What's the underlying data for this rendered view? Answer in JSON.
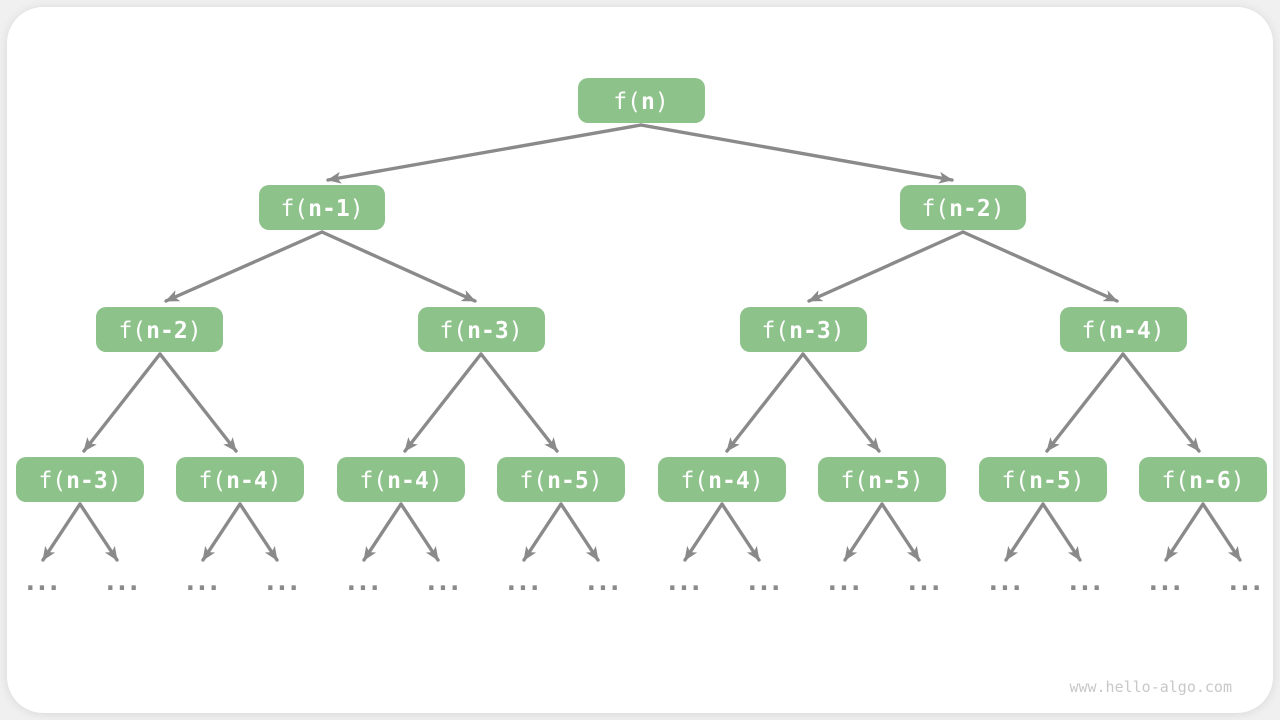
{
  "colors": {
    "page_bg": "#F0F0F0",
    "card_bg": "#FFFFFF",
    "node_fill": "#8EC28B",
    "node_text": "#FFFFFF",
    "arrow": "#8A8A8A",
    "ellipsis": "#8A8A8A",
    "watermark": "#C8C8C8"
  },
  "watermark": "www.hello-algo.com",
  "diagram": {
    "type": "recursion-tree",
    "ellipsis": "...",
    "levels": [
      {
        "nodes": [
          {
            "label": "f(n)",
            "prefix": "f(",
            "arg": "n",
            "suffix": ")"
          }
        ]
      },
      {
        "nodes": [
          {
            "label": "f(n-1)",
            "prefix": "f(",
            "arg": "n-1",
            "suffix": ")"
          },
          {
            "label": "f(n-2)",
            "prefix": "f(",
            "arg": "n-2",
            "suffix": ")"
          }
        ]
      },
      {
        "nodes": [
          {
            "label": "f(n-2)",
            "prefix": "f(",
            "arg": "n-2",
            "suffix": ")"
          },
          {
            "label": "f(n-3)",
            "prefix": "f(",
            "arg": "n-3",
            "suffix": ")"
          },
          {
            "label": "f(n-3)",
            "prefix": "f(",
            "arg": "n-3",
            "suffix": ")"
          },
          {
            "label": "f(n-4)",
            "prefix": "f(",
            "arg": "n-4",
            "suffix": ")"
          }
        ]
      },
      {
        "nodes": [
          {
            "label": "f(n-3)",
            "prefix": "f(",
            "arg": "n-3",
            "suffix": ")"
          },
          {
            "label": "f(n-4)",
            "prefix": "f(",
            "arg": "n-4",
            "suffix": ")"
          },
          {
            "label": "f(n-4)",
            "prefix": "f(",
            "arg": "n-4",
            "suffix": ")"
          },
          {
            "label": "f(n-5)",
            "prefix": "f(",
            "arg": "n-5",
            "suffix": ")"
          },
          {
            "label": "f(n-4)",
            "prefix": "f(",
            "arg": "n-4",
            "suffix": ")"
          },
          {
            "label": "f(n-5)",
            "prefix": "f(",
            "arg": "n-5",
            "suffix": ")"
          },
          {
            "label": "f(n-5)",
            "prefix": "f(",
            "arg": "n-5",
            "suffix": ")"
          },
          {
            "label": "f(n-6)",
            "prefix": "f(",
            "arg": "n-6",
            "suffix": ")"
          }
        ]
      }
    ]
  }
}
